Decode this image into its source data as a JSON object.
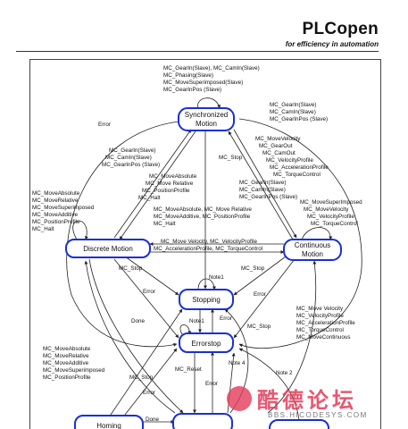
{
  "header": {
    "title": "PLCopen",
    "tagline": "for efficiency in automation"
  },
  "states": {
    "synchronized": [
      "Synchronized",
      "Motion"
    ],
    "discrete": "Discrete Motion",
    "continuous": [
      "Continuous",
      "Motion"
    ],
    "stopping": "Stopping",
    "errorstop": "Errorstop",
    "homing": "Homing"
  },
  "labels": {
    "sync_self": [
      "MC_GearIn(Slave), MC_CamIn(Slave)",
      "MC_Phasing(Slave)",
      "MC_MoveSuperimposed(Slave)",
      "MC_GearInPos (Slave)"
    ],
    "cont_to_sync_top": [
      "MC_GearIn(Slave)",
      "MC_CamIn(Slave)",
      "MC_GearInPos (Slave)"
    ],
    "error_left": "Error",
    "disc_to_sync": [
      "MC_GearIn(Slave)",
      "MC_CamIn(Slave)",
      "MC_GearInPos (Slave)"
    ],
    "sync_stop": "MC_Stop",
    "sync_to_cont": [
      "MC_MoveVelocity",
      "MC_GearOut",
      "MC_CamOut",
      "MC_VelocityProfile",
      "MC_AccelerationProfile",
      "MC_TorqueControl"
    ],
    "sync_to_disc": [
      "MC_MoveAbsolute",
      "MC_Move Relative",
      "MC_PositionProfile",
      "MC_Halt"
    ],
    "cont_to_sync_mid": [
      "MC_GearIn(Slave)",
      "MC_CamIn(Slave)",
      "MC_GearInPos (Slave)"
    ],
    "disc_self": [
      "MC_MoveAbsolute",
      "MC_MoveRelative",
      "MC_MoveSuperimposed",
      "MC_MoveAdditive",
      "MC_PositionProfile",
      "MC_Halt"
    ],
    "cont_to_disc": [
      "MC_MoveAbsolute, MC_Move Relative",
      "MC_MoveAdditive, MC_PositionProfile",
      "MC_Halt"
    ],
    "cont_self": [
      "MC_MoveSuperImposed",
      "MC_MoveVelocity",
      "MC_VelocityProfile",
      "MC_TorqueControl"
    ],
    "disc_to_cont": [
      "MC_Move Velocity, MC_VelocityProfile",
      "MC_AccelerationProfile, MC_TorqueControl"
    ],
    "disc_stop": "MC_Stop",
    "cont_stop": "MC_Stop",
    "note1_top": "Note1",
    "error_disc": "Error",
    "error_cont": "Error",
    "error_mid": "Error",
    "note1_side": "Note1",
    "done_mid": "Done",
    "mc_stop_right": "MC_Stop",
    "standstill_to_cont": [
      "MC_Move Velocity",
      "MC_VelocityProfile",
      "MC_AccelerationProfile",
      "MC_TorqueControl",
      "MC_MoveContinuous"
    ],
    "standstill_to_disc": [
      "MC_MoveAbsolute",
      "MC_MoveRelative",
      "MC_MoveAdditive",
      "MC_MoveSuperimposed",
      "MC_PositionProfile"
    ],
    "mc_reset": "MC_Reset",
    "note4": "Note 4",
    "note2": "Note 2",
    "mc_stop_low": "MC_Stop",
    "error_low_left": "Error",
    "error_low_mid": "Error",
    "done_low": "Done"
  },
  "watermark": {
    "text": "酷德论坛",
    "url": "BBS.HICODESYS.COM"
  }
}
